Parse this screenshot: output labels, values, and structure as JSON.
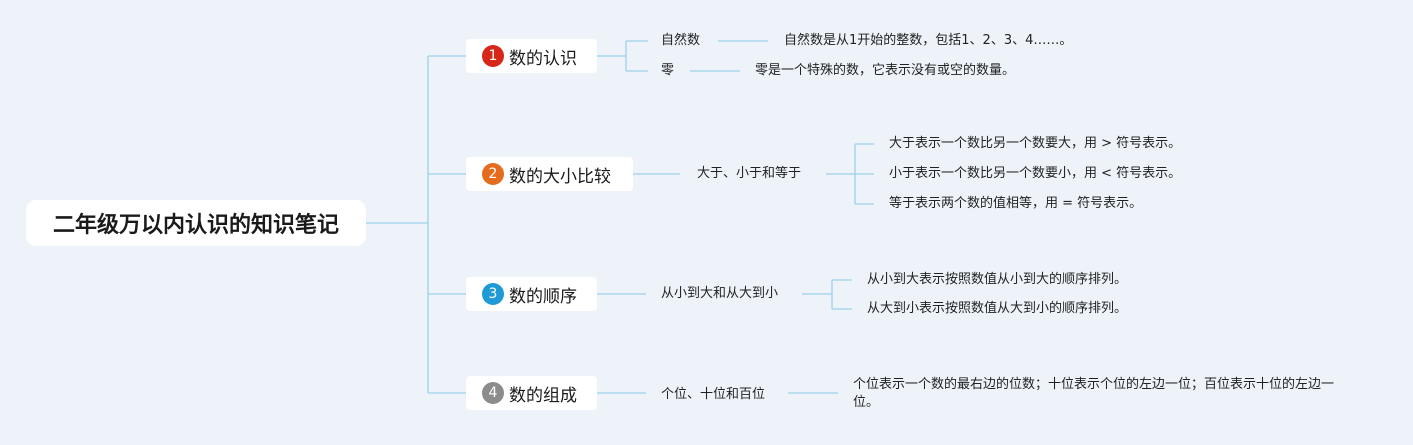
{
  "root": {
    "title": "二年级万以内认识的知识笔记"
  },
  "branches": [
    {
      "number": "1",
      "badge_color": "#d62718",
      "label": "数的认识",
      "children": [
        {
          "label": "自然数",
          "note": "自然数是从1开始的整数，包括1、2、3、4……。"
        },
        {
          "label": "零",
          "note": "零是一个特殊的数，它表示没有或空的数量。"
        }
      ]
    },
    {
      "number": "2",
      "badge_color": "#e56b1f",
      "label": "数的大小比较",
      "children": [
        {
          "label": "大于、小于和等于",
          "notes": [
            "大于表示一个数比另一个数要大，用 > 符号表示。",
            "小于表示一个数比另一个数要小，用 < 符号表示。",
            "等于表示两个数的值相等，用 = 符号表示。"
          ]
        }
      ]
    },
    {
      "number": "3",
      "badge_color": "#1e9ad6",
      "label": "数的顺序",
      "children": [
        {
          "label": "从小到大和从大到小",
          "notes": [
            "从小到大表示按照数值从小到大的顺序排列。",
            "从大到小表示按照数值从大到小的顺序排列。"
          ]
        }
      ]
    },
    {
      "number": "4",
      "badge_color": "#8c8c8c",
      "label": "数的组成",
      "children": [
        {
          "label": "个位、十位和百位",
          "note": "个位表示一个数的最右边的位数；十位表示个位的左边一位；百位表示十位的左边一位。"
        }
      ]
    }
  ],
  "colors": {
    "line": "#9cd0ea",
    "background": "#eef3fa"
  }
}
